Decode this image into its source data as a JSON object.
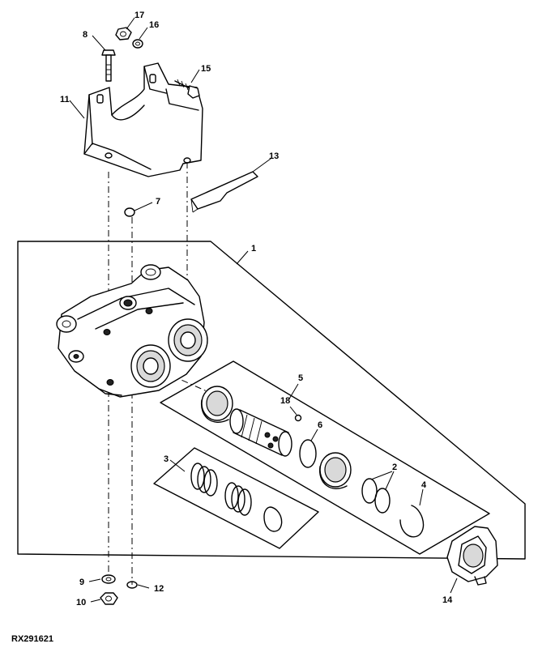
{
  "figure": {
    "id_label": "RX291621"
  },
  "callouts": {
    "c1": "1",
    "c2": "2",
    "c3": "3",
    "c4": "4",
    "c5": "5",
    "c6": "6",
    "c7": "7",
    "c8": "8",
    "c9": "9",
    "c10": "10",
    "c11": "11",
    "c12": "12",
    "c13": "13",
    "c14": "14",
    "c15": "15",
    "c16": "16",
    "c17": "17",
    "c18": "18"
  },
  "style": {
    "line_color": "#000000",
    "background": "#ffffff",
    "shade_color": "#d9d9d9"
  }
}
